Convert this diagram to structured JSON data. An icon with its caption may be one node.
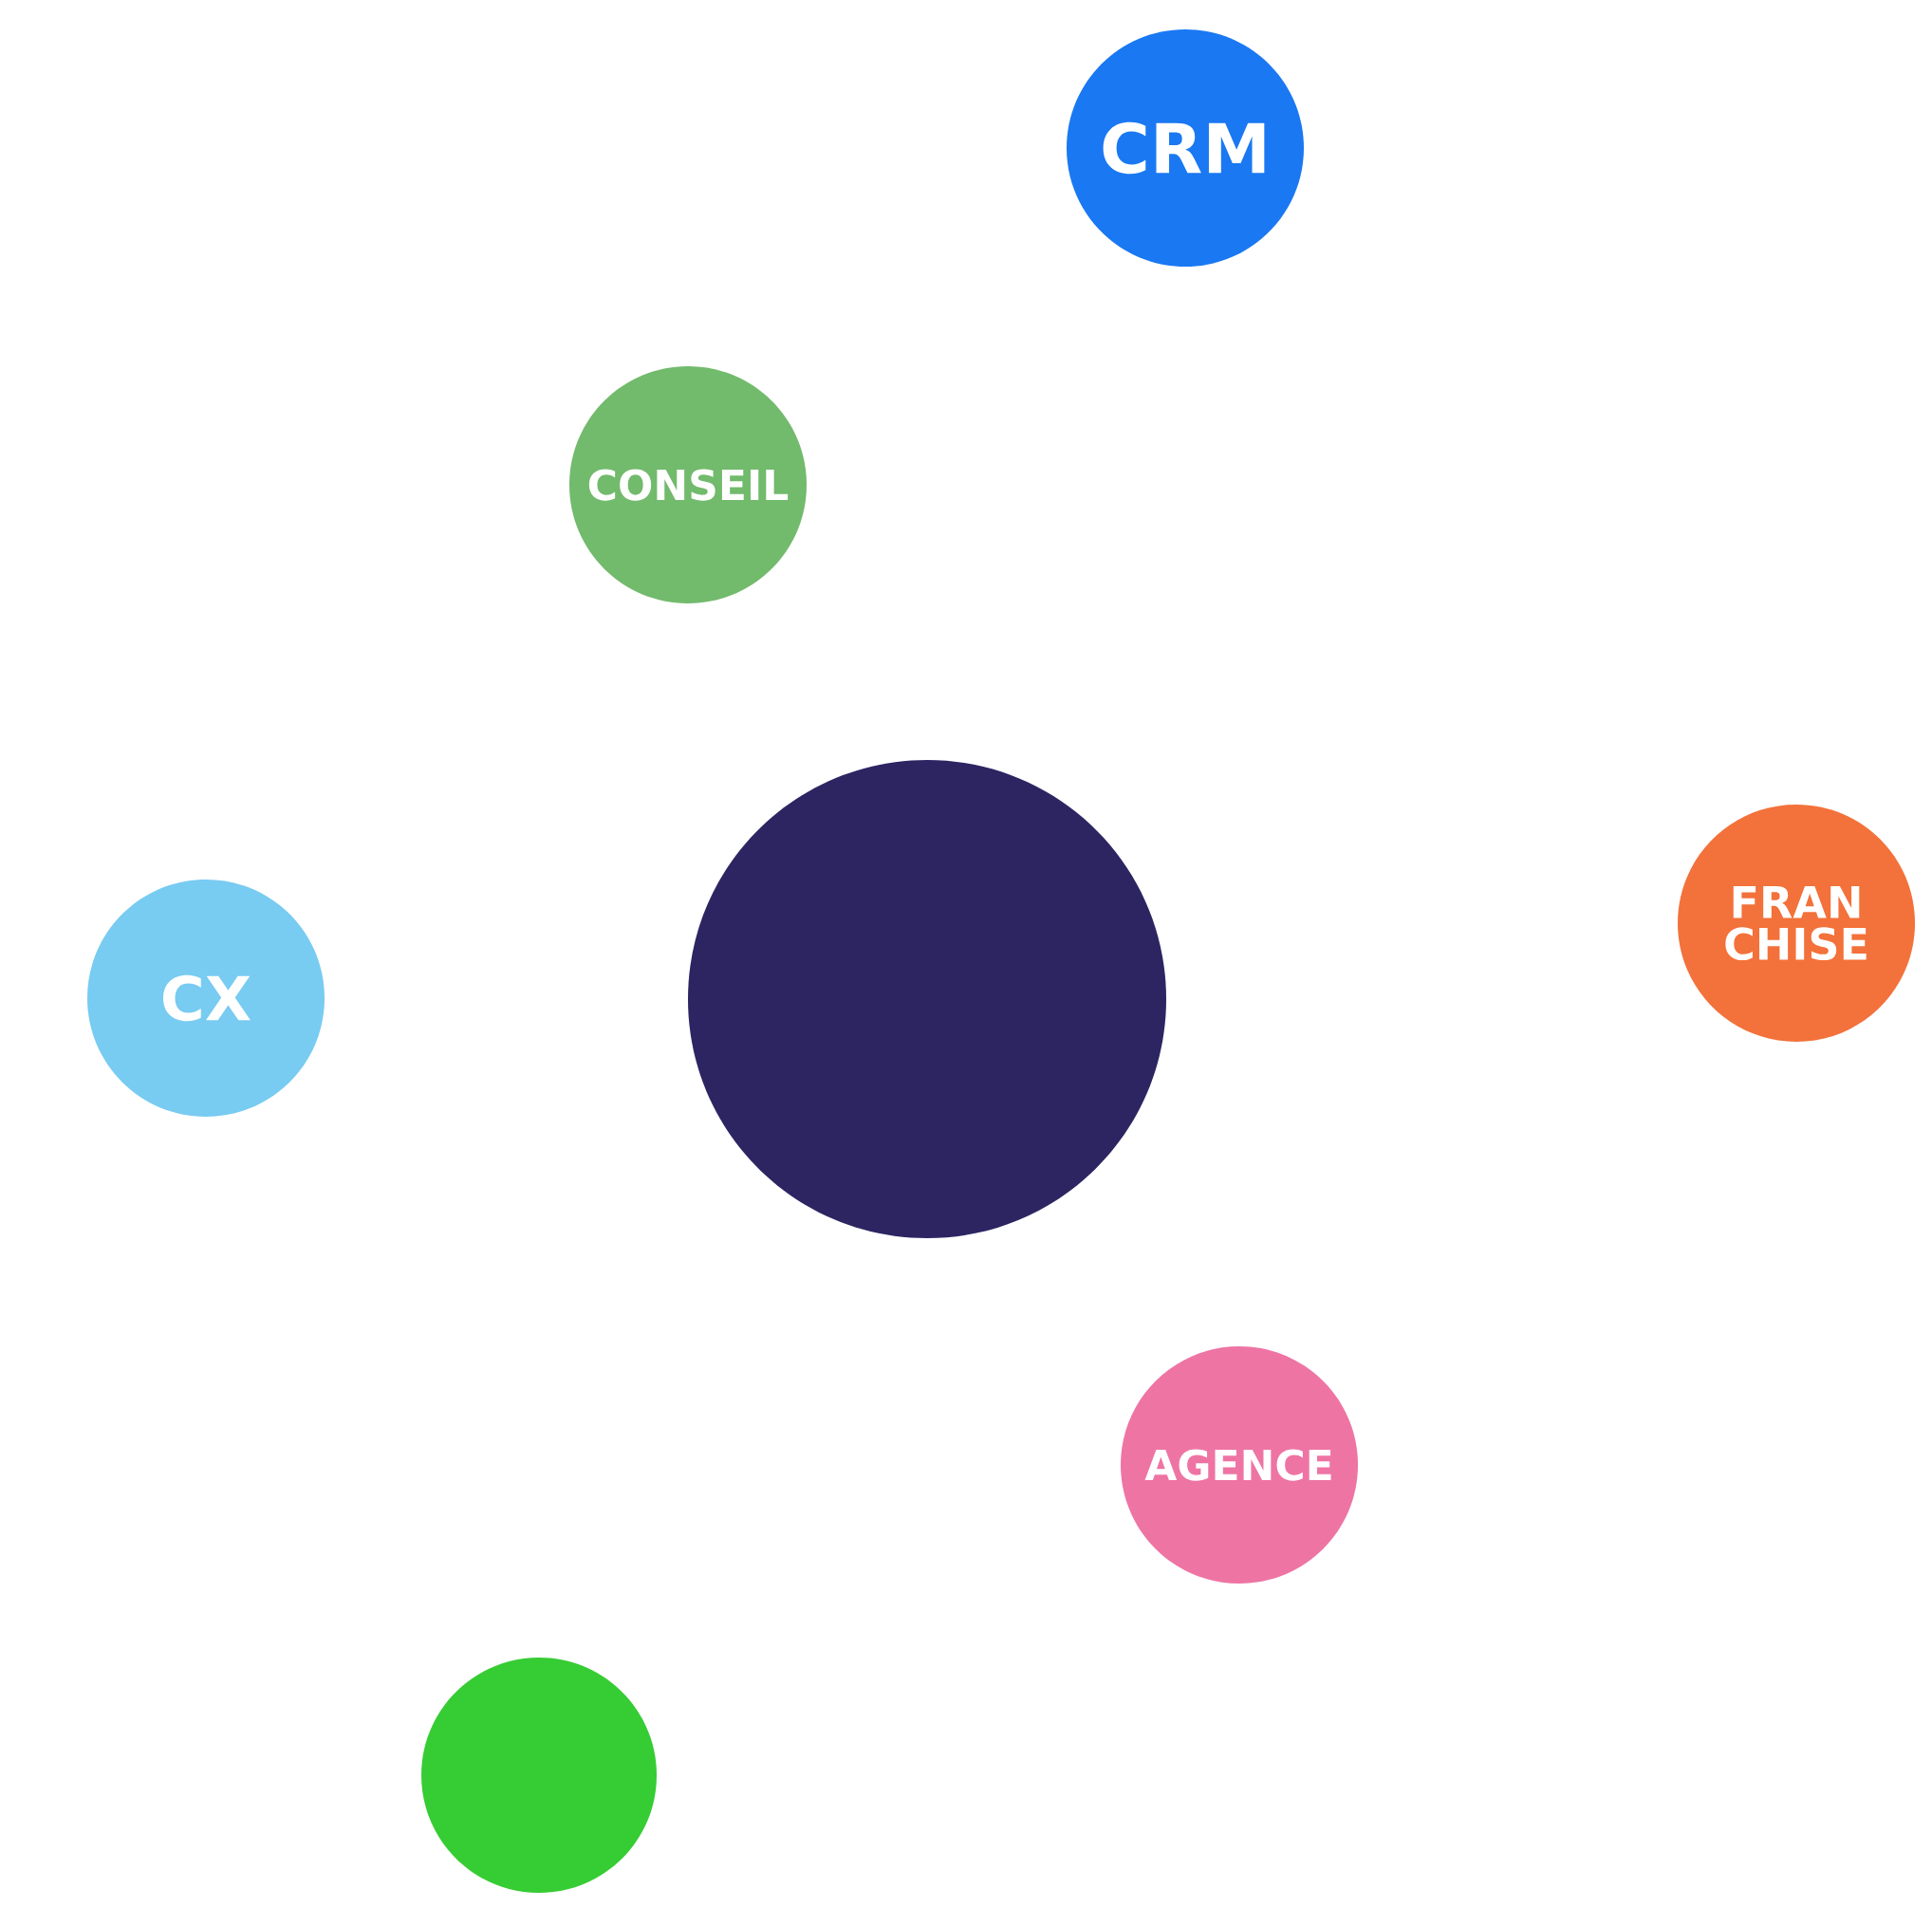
{
  "diagram": {
    "nodes": [
      {
        "text": [
          "CRM"
        ]
      },
      {
        "text": [
          "CONSEIL"
        ]
      },
      {
        "text": [
          "FRAN CHISE"
        ]
      },
      {
        "text": [
          "CX"
        ]
      },
      {
        "text": [],
        "shape": "circle"
      },
      {
        "text": [
          "AGENCE"
        ]
      },
      {
        "text": [],
        "shape": "circle"
      }
    ]
  }
}
